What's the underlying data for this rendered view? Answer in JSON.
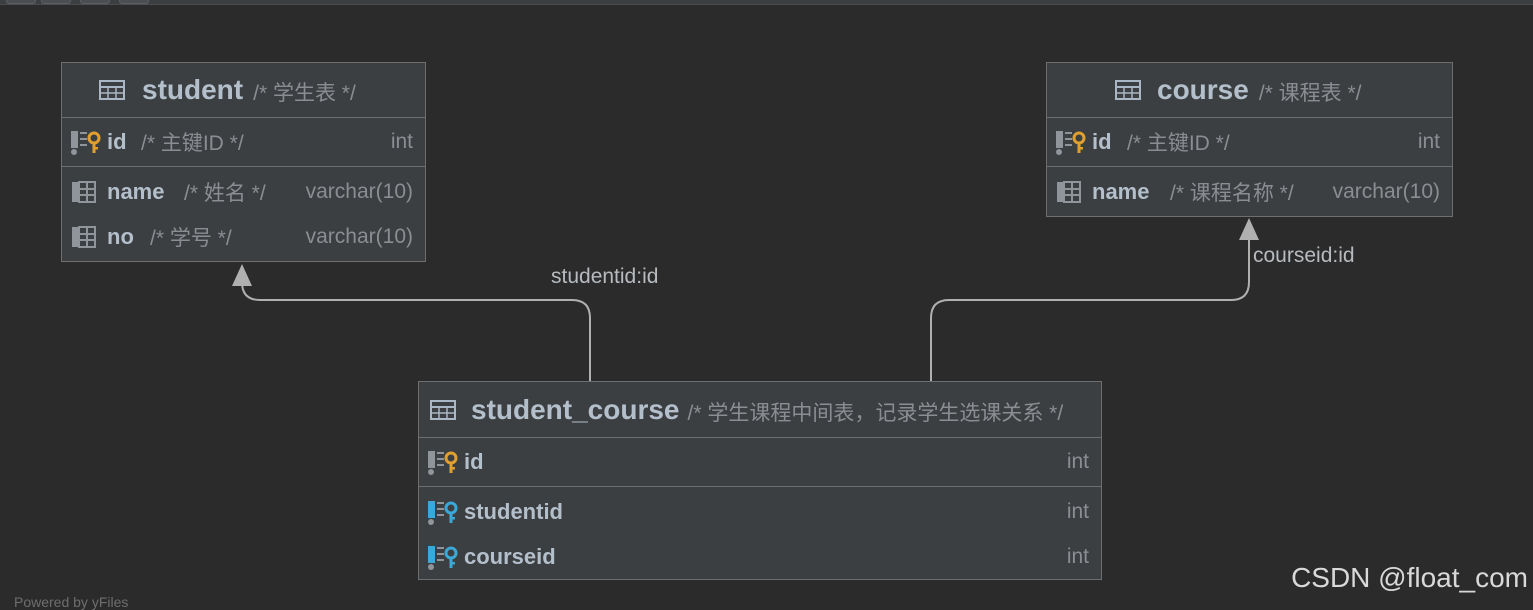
{
  "tables": {
    "student": {
      "name": "student",
      "comment": "/* 学生表 */",
      "columns": [
        {
          "name": "id",
          "comment": "/* 主键ID */",
          "type": "int"
        },
        {
          "name": "name",
          "comment": "/* 姓名 */",
          "type": "varchar(10)"
        },
        {
          "name": "no",
          "comment": "/* 学号 */",
          "type": "varchar(10)"
        }
      ]
    },
    "course": {
      "name": "course",
      "comment": "/* 课程表 */",
      "columns": [
        {
          "name": "id",
          "comment": "/* 主键ID */",
          "type": "int"
        },
        {
          "name": "name",
          "comment": "/* 课程名称 */",
          "type": "varchar(10)"
        }
      ]
    },
    "student_course": {
      "name": "student_course",
      "comment": "/* 学生课程中间表，记录学生选课关系 */",
      "columns": [
        {
          "name": "id",
          "comment": "",
          "type": "int"
        },
        {
          "name": "studentid",
          "comment": "",
          "type": "int"
        },
        {
          "name": "courseid",
          "comment": "",
          "type": "int"
        }
      ]
    }
  },
  "relations": [
    {
      "label": "studentid:id",
      "from": "student_course",
      "to": "student"
    },
    {
      "label": "courseid:id",
      "from": "student_course",
      "to": "course"
    }
  ],
  "icons": {
    "table": "table-icon",
    "primary_key": "primary-key-icon",
    "foreign_key": "foreign-key-icon",
    "column": "column-icon"
  },
  "colors": {
    "background": "#2b2b2b",
    "table_background": "#3c3f41",
    "primary_key": "#e0a030",
    "foreign_key": "#3aa8d8"
  },
  "watermark": "CSDN @float_com",
  "footer": "Powered by yFiles"
}
